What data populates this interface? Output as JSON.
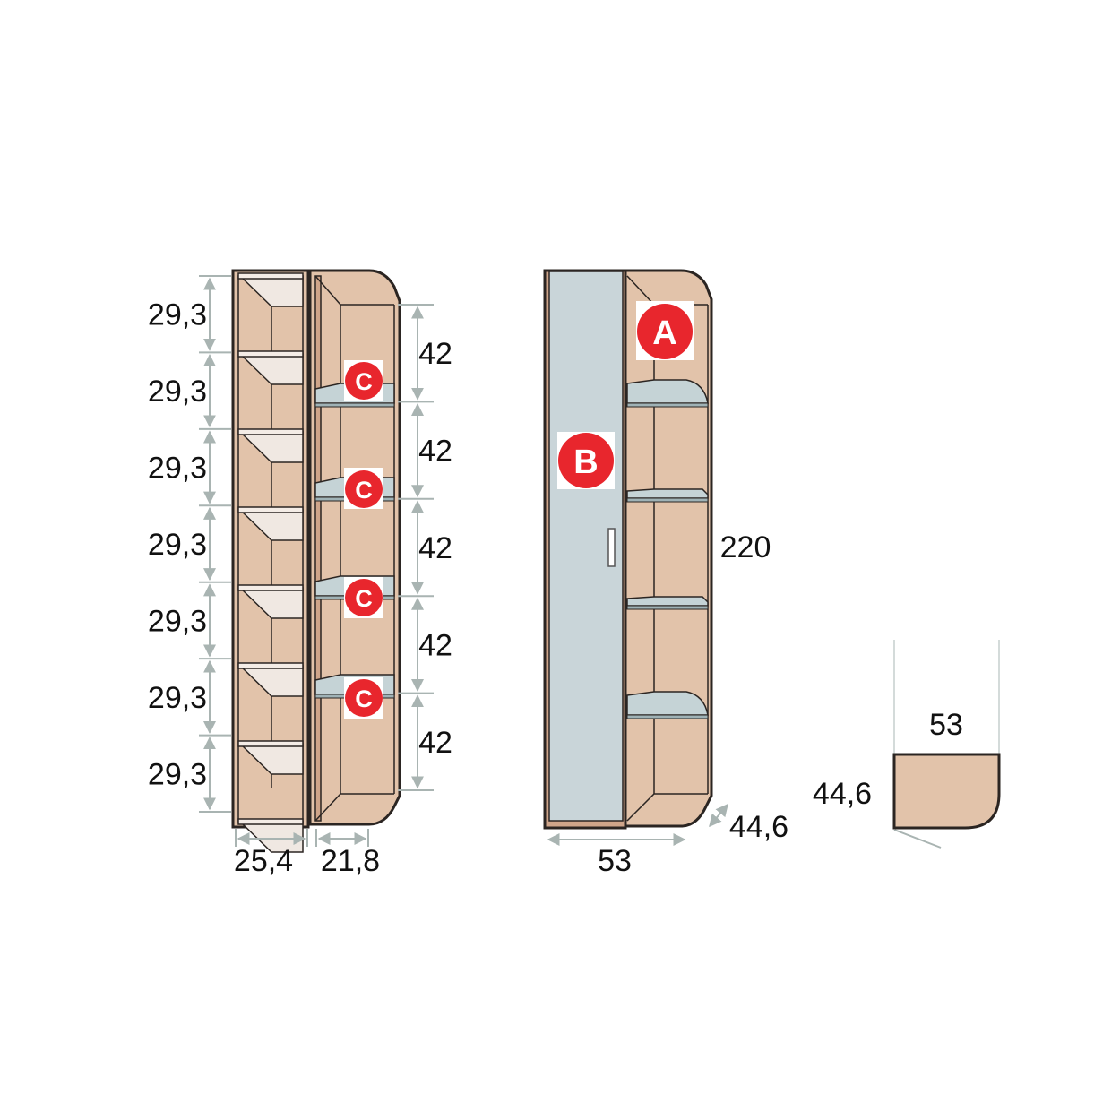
{
  "colors": {
    "wood": "#e2c3aa",
    "wood_dark": "#cfa58a",
    "outline": "#2b2522",
    "shelf": "#c5d3d6",
    "door": "#c9d5d9",
    "badge": "#e8262d",
    "dimension_line": "#a9b4b2"
  },
  "left_unit": {
    "heights": [
      "29,3",
      "29,3",
      "29,3",
      "29,3",
      "29,3",
      "29,3",
      "29,3"
    ],
    "widths": [
      "25,4",
      "21,8"
    ]
  },
  "middle_unit": {
    "right_heights": [
      "42",
      "42",
      "42",
      "42",
      "42"
    ],
    "badges": [
      "A",
      "B",
      "C",
      "C",
      "C",
      "C"
    ],
    "total_height": "220",
    "width": "53",
    "depth": "44,6"
  },
  "plan_view": {
    "width": "53",
    "depth": "44,6"
  }
}
